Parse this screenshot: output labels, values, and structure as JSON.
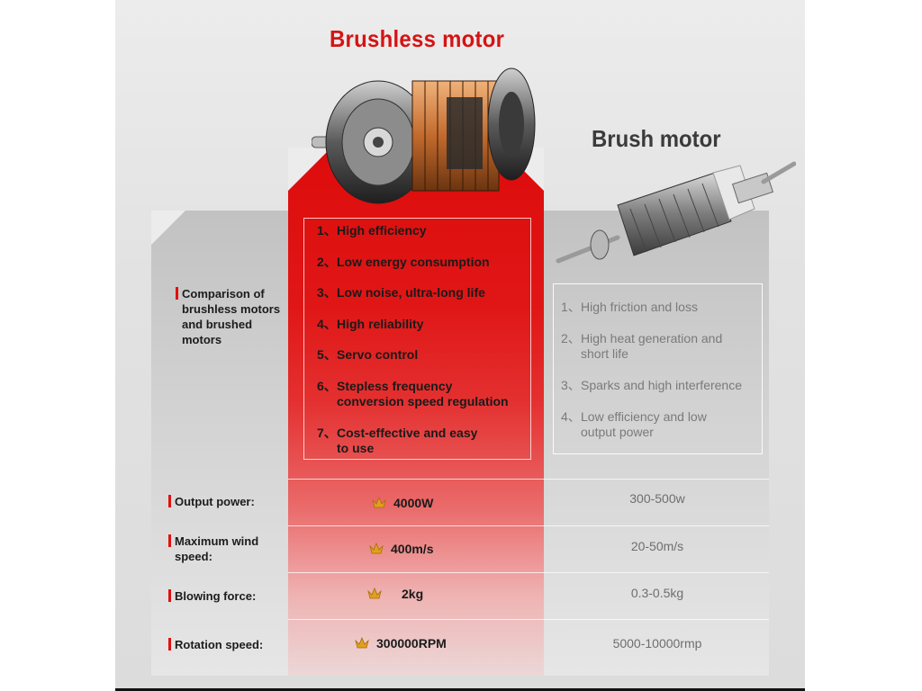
{
  "titles": {
    "brushless": "Brushless motor",
    "brush": "Brush motor"
  },
  "section_label": "Comparison of brushless motors and brushed motors",
  "brushless_advantages": [
    {
      "num": "1、",
      "text": "High efficiency"
    },
    {
      "num": "2、",
      "text": "Low energy consumption"
    },
    {
      "num": "3、",
      "text": "Low noise, ultra-long life"
    },
    {
      "num": "4、",
      "text": "High reliability"
    },
    {
      "num": "5、",
      "text": "Servo control"
    },
    {
      "num": "6、",
      "text": "Stepless frequency conversion speed regulation"
    },
    {
      "num": "7、",
      "text": "Cost-effective and easy to use"
    }
  ],
  "brush_disadvantages": [
    {
      "num": "1、",
      "text": "High friction and loss"
    },
    {
      "num": "2、",
      "text": "High heat generation and short life"
    },
    {
      "num": "3、",
      "text": "Sparks and high interference"
    },
    {
      "num": "4、",
      "text": "Low efficiency and low output power"
    }
  ],
  "rows": [
    {
      "label": "Output power:",
      "brushless": "4000W",
      "brush": "300-500w"
    },
    {
      "label": "Maximum wind speed:",
      "brushless": "400m/s",
      "brush": "20-50m/s"
    },
    {
      "label": "Blowing force:",
      "brushless": "2kg",
      "brush": "0.3-0.5kg"
    },
    {
      "label": "Rotation speed:",
      "brushless": "300000RPM",
      "brush": "5000-10000rmp"
    }
  ],
  "icons": {
    "crown": "crown-icon",
    "brushless_motor": "brushless-motor-image",
    "brush_motor": "brush-motor-image"
  },
  "colors": {
    "accent_red": "#e01010",
    "brushless_title": "#d41414",
    "brush_title": "#3b3b3b"
  }
}
